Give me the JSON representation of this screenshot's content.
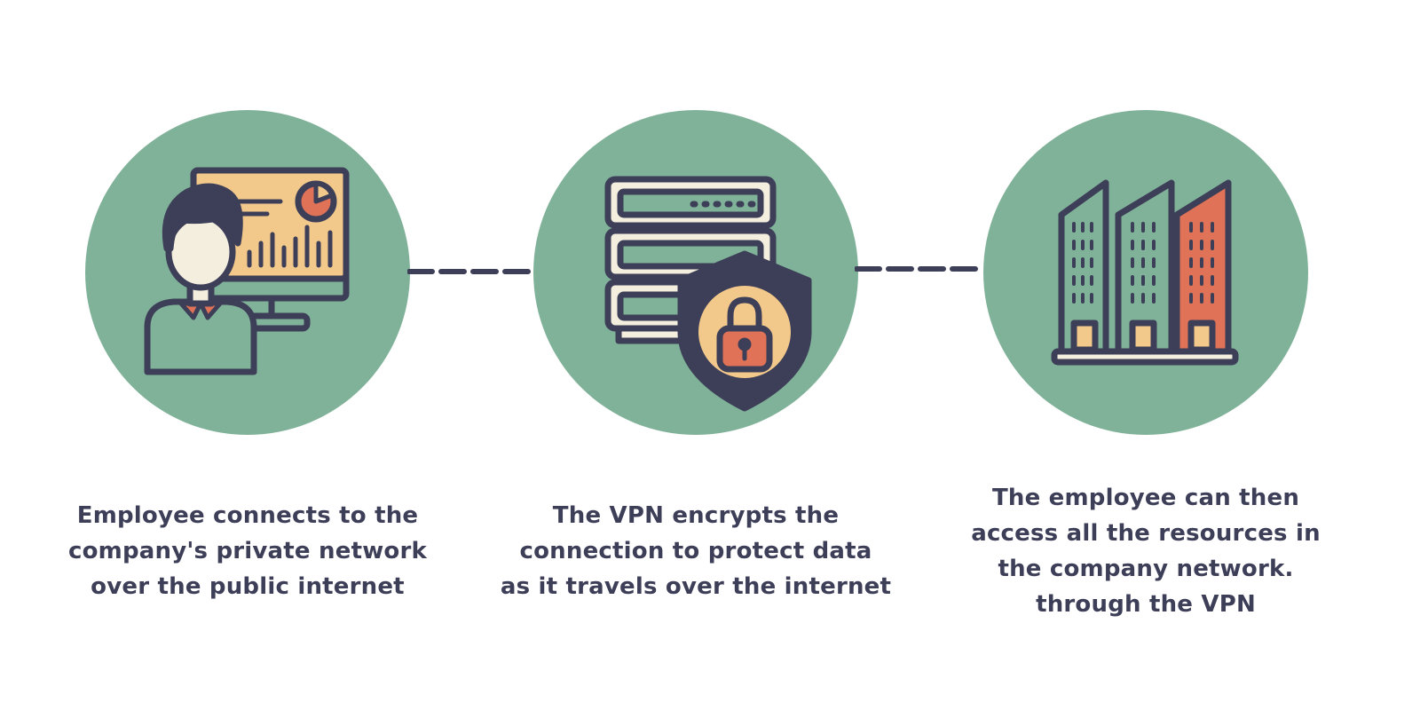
{
  "steps": [
    {
      "icon": "employee-computer-icon",
      "caption_lines": [
        "Employee connects to the",
        "company's private network",
        "over the public internet"
      ]
    },
    {
      "icon": "server-shield-lock-icon",
      "caption_lines": [
        "The VPN encrypts the",
        "connection to protect data",
        "as it travels over the internet"
      ]
    },
    {
      "icon": "office-buildings-icon",
      "caption_lines": [
        "The employee can then",
        "access all the resources in",
        "the company network.",
        "through the VPN"
      ]
    }
  ],
  "colors": {
    "circle": "#80b299",
    "outline": "#3d3e57",
    "screen": "#f2c98a",
    "accent": "#df7257",
    "skin": "#f4eedf",
    "shield": "#3d3e57",
    "caption": "#3d3e57"
  }
}
